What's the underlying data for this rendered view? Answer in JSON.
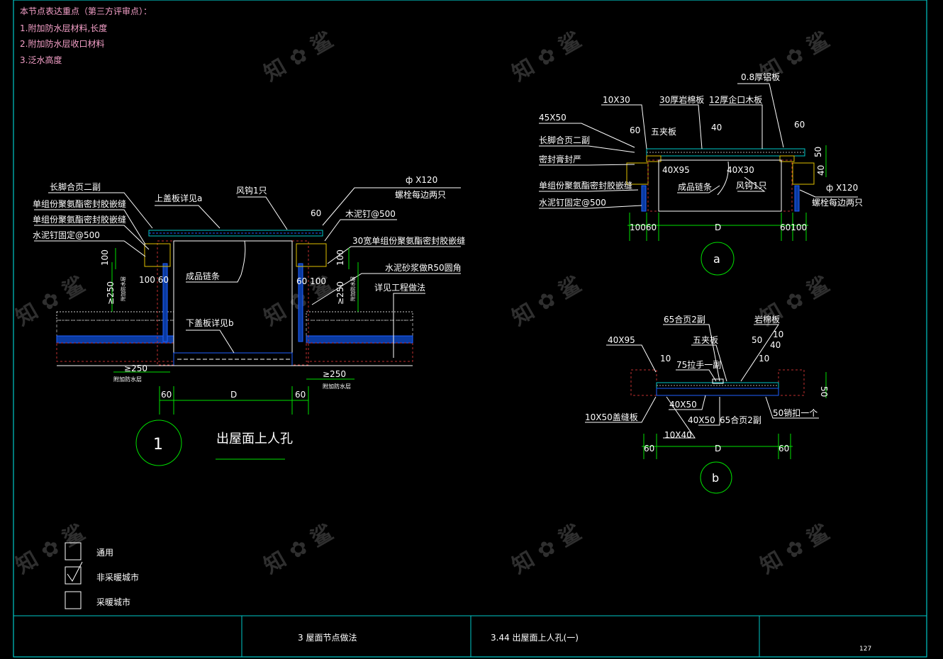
{
  "notes": {
    "title": "本节点表达重点（第三方评审点）：",
    "items": [
      "1.附加防水层材料,长度",
      "2.附加防水层收口材料",
      "3.泛水高度"
    ]
  },
  "detail1": {
    "number": "1",
    "title": "出屋面上人孔",
    "labels": {
      "hinge": "长脚合页二副",
      "sealant1": "单组份聚氨酯密封胶嵌缝",
      "sealant2": "单组份聚氨酯密封胶嵌缝",
      "nail": "水泥钉固定@500",
      "top_cover": "上盖板详见a",
      "hook": "风钩1只",
      "bolt": "ф X120",
      "bolt_note": "螺栓每边两只",
      "dim60": "60",
      "nail2": "木泥钉@500",
      "sealant_30": "30宽单组份聚氨酯密封胶嵌缝",
      "mortar": "水泥砂浆做R50圆角",
      "finished": "成品链条",
      "see_proj": "详见工程做法",
      "bottom_cover": "下盖板详见b",
      "h100a": "100",
      "h100b": "100",
      "d100_60": "100 60",
      "d60_100": "60 100",
      "ge250a": "≥250",
      "ge250b": "≥250",
      "ge250c": "≥250",
      "ge250d": "≥250",
      "extra_w": "附加防水层",
      "extra_w2": "附加防水层",
      "extra_w3": "附加防水层",
      "extra_w4": "附加防水层",
      "d60l": "60",
      "dD": "D",
      "d60r": "60"
    }
  },
  "detailA": {
    "circle": "a",
    "labels": {
      "al": "0.8厚铝板",
      "d10x30": "10X30",
      "rock": "30厚岩棉板",
      "board": "12厚企口木板",
      "d45x50": "45X50",
      "d60a": "60",
      "five": "五夹板",
      "d40": "40",
      "d60b": "60",
      "hinge": "长脚合页二副",
      "d50": "50",
      "seal": "密封膏封严",
      "d40x95": "40X95",
      "d40x30": "40X30",
      "d40r": "40",
      "sealant": "单组份聚氨酯密封胶嵌缝",
      "chain": "成品链条",
      "hook": "风钩1只",
      "bolt": "ф X120",
      "nail": "水泥钉固定@500",
      "bolt_note": "螺栓每边两只",
      "dl": "10060",
      "dD": "D",
      "dr": "60100"
    }
  },
  "detailB": {
    "circle": "b",
    "labels": {
      "hinge65": "65合页2副",
      "rock": "岩棉板",
      "d40x95": "40X95",
      "five": "五夹板",
      "d50": "50",
      "d10a": "10",
      "d10b": "10",
      "d40": "40",
      "d10c": "10",
      "handle": "75拉手一副",
      "d50v": "50",
      "d40x50": "40X50",
      "cover": "10X50盖缝板",
      "d40x50b": "40X50",
      "hinge65b": "65合页2副",
      "latch": "50销扣一个",
      "d10x40": "10X40",
      "d60l": "60",
      "dD": "D",
      "d60r": "60"
    }
  },
  "legend": {
    "items": [
      {
        "label": "通用",
        "checked": false
      },
      {
        "label": "非采暖城市",
        "checked": true
      },
      {
        "label": "采暖城市",
        "checked": false
      }
    ]
  },
  "titleblock": {
    "section": "3   屋面节点做法",
    "drawing": "3.44   出屋面上人孔(一)",
    "page": "127"
  },
  "colors": {
    "frame": "#00c8c8",
    "dims": "#00e000",
    "text": "#ffffff",
    "notes": "#f4a0c8"
  }
}
